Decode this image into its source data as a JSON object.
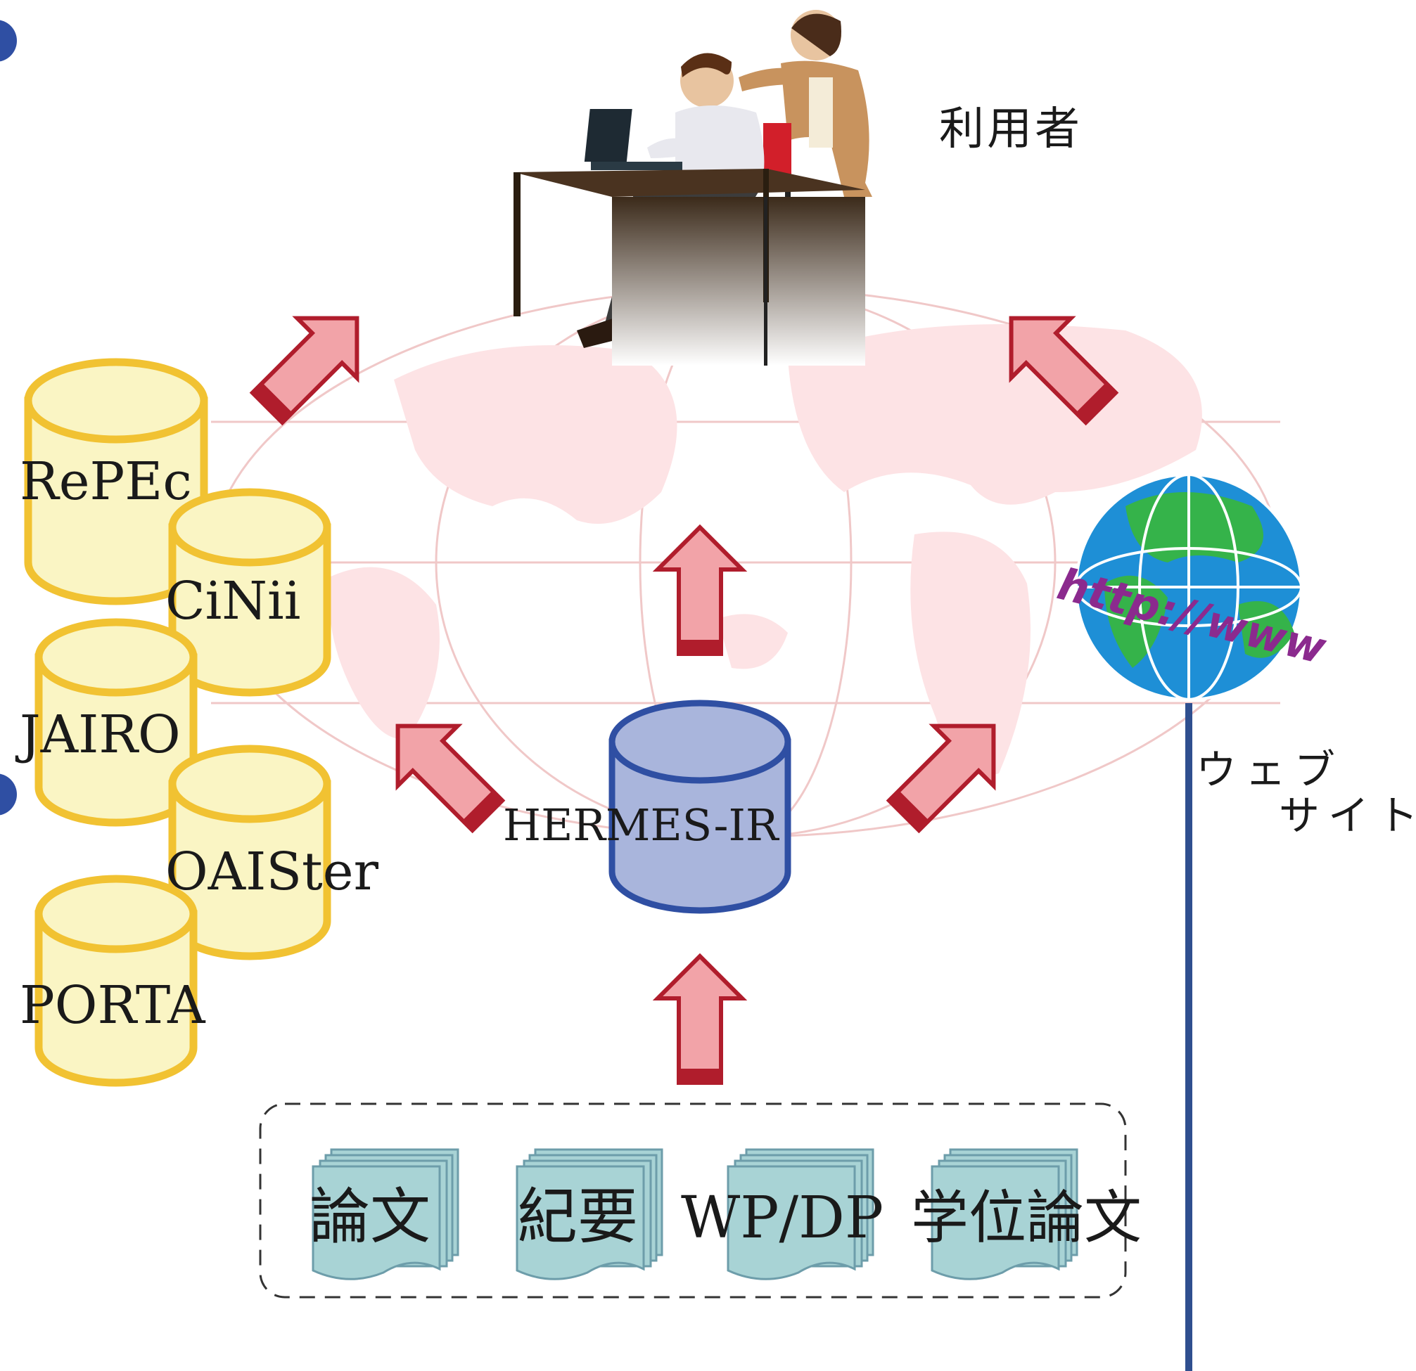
{
  "labels": {
    "user": "利用者",
    "website_line1": "ウェブ",
    "website_line2": "サイト",
    "url": "http://www",
    "hermes": "HERMES-IR"
  },
  "databases": [
    "RePEc",
    "CiNii",
    "JAIRO",
    "OAISter",
    "PORTA"
  ],
  "documents": [
    "論文",
    "紀要",
    "WP/DP",
    "学位論文"
  ],
  "icons": {
    "user": "office-users-at-desk-icon",
    "web": "globe-icon",
    "map": "world-map-icon",
    "document": "document-stack-icon",
    "arrow": "arrow-icon"
  },
  "colors": {
    "db_fill": "#faf5c4",
    "db_stroke": "#f1c232",
    "hermes_fill": "#a9b5dc",
    "hermes_stroke": "#2f4fa3",
    "arrow_fill": "#f2a3a8",
    "arrow_stroke": "#b01d2c",
    "map_fill": "#fde3e5",
    "doc_fill": "#a8d3d5",
    "doc_stroke": "#6d9daa",
    "web_line": "#2f4f8f",
    "globe_ocean": "#1e8fd6",
    "globe_land": "#35b34a"
  }
}
